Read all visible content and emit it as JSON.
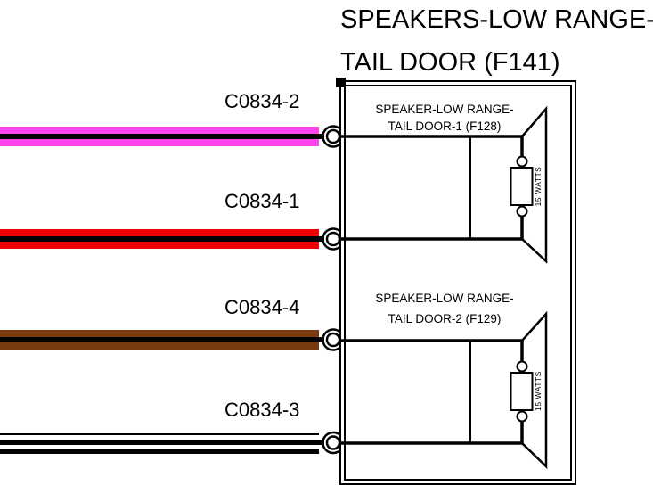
{
  "title": {
    "line1": "SPEAKERS-LOW RANGE-",
    "line2": "TAIL DOOR (F141)"
  },
  "connectors": [
    {
      "label": "C0834-2",
      "wire_color_name": "magenta",
      "color": "#FF44EE"
    },
    {
      "label": "C0834-1",
      "wire_color_name": "red",
      "color": "#F00000"
    },
    {
      "label": "C0834-4",
      "wire_color_name": "brown",
      "color": "#7A3A10"
    },
    {
      "label": "C0834-3",
      "wire_color_name": "white",
      "color": "#FFFFFF"
    }
  ],
  "speakers": [
    {
      "name_line1": "SPEAKER-LOW RANGE-",
      "name_line2": "TAIL DOOR-1 (F128)",
      "rating": "15 WATTS"
    },
    {
      "name_line1": "SPEAKER-LOW RANGE-",
      "name_line2": "TAIL DOOR-2 (F129)",
      "rating": "15 WATTS"
    }
  ],
  "line_color": "#000000"
}
